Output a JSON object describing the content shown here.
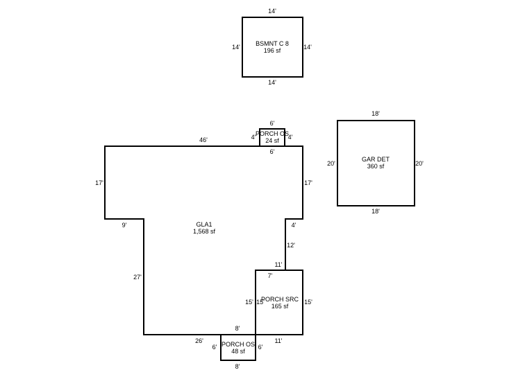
{
  "rooms": {
    "basement": {
      "name": "BSMNT C 8",
      "area": "196 sf"
    },
    "gla": {
      "name": "GLA1",
      "area": "1,568 sf"
    },
    "garage": {
      "name": "GAR DET",
      "area": "360 sf"
    },
    "porch_top": {
      "name": "PORCH OS",
      "area": "24 sf"
    },
    "porch_src": {
      "name": "PORCH SRC",
      "area": "165 sf"
    },
    "porch_bottom": {
      "name": "PORCH OS",
      "area": "48 sf"
    }
  },
  "dimensions": {
    "basement": {
      "top": "14'",
      "left": "14'",
      "right": "14'",
      "bottom": "14'"
    },
    "garage": {
      "top": "18'",
      "left": "20'",
      "right": "20'",
      "bottom": "18'"
    },
    "porch_top": {
      "top": "6'",
      "left": "4'",
      "right": "4'",
      "bottom": "6'"
    },
    "gla": {
      "top": "46'",
      "left": "17'",
      "right_upper": "17'",
      "step_left": "9'",
      "step_right": "4'",
      "right_mid": "12'",
      "step_mid": "11'",
      "left_lower": "27'",
      "bottom": "26'"
    },
    "porch_src": {
      "top": "7'",
      "left_outer": "15'",
      "left_inner": "15'",
      "right": "15'",
      "bottom": "11'"
    },
    "porch_bottom": {
      "top": "8'",
      "left": "6'",
      "right": "6'",
      "bottom": "8'"
    }
  }
}
